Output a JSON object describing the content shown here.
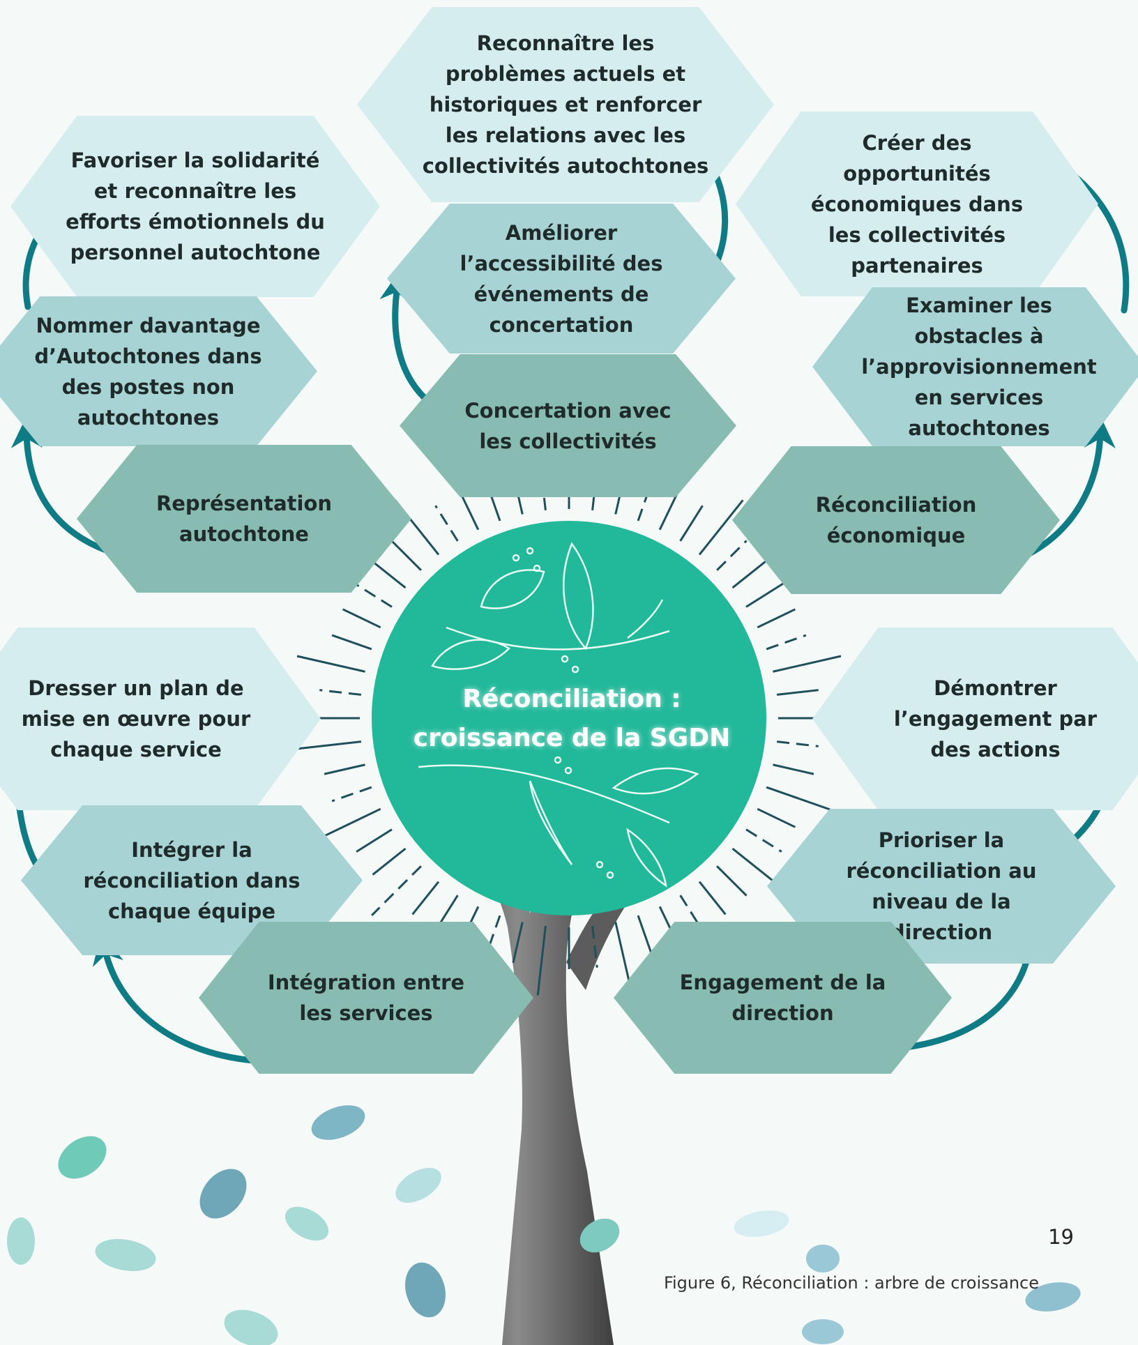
{
  "colors": {
    "background": "#f5f9f8",
    "hex_pale": "#d6edef",
    "hex_mid": "#a7d3d5",
    "hex_dark": "#88bcb3",
    "circle": "#22b89a",
    "arrow": "#0f7b84",
    "trunk": "#6f6f6f",
    "leaf": "#9fd6d6"
  },
  "center": {
    "title_line1": "Réconciliation :",
    "title_line2": "croissance de la SGDN",
    "icon": "leaf-branch-icon"
  },
  "branches": {
    "representation": {
      "base": "Représentation autochtone",
      "step": "Nommer davantage d’Autochtones dans des postes non autochtones",
      "goal": "Favoriser la solidarité et reconnaître les efforts émotionnels du personnel autochtone"
    },
    "concertation": {
      "base": "Concertation avec les collectivités",
      "step": "Améliorer l’accessibilité des événements de concertation",
      "goal": "Reconnaître les problèmes actuels et historiques et renforcer les relations avec les collectivités autochtones"
    },
    "economic": {
      "base": "Réconciliation économique",
      "step": "Examiner les obstacles à l’approvisionnement en services autochtones",
      "goal": "Créer des opportunités économiques dans les collectivités partenaires"
    },
    "integration": {
      "base": "Intégration entre les services",
      "step": "Intégrer la réconciliation dans chaque équipe",
      "goal": "Dresser un plan de mise en œuvre pour chaque service"
    },
    "leadership": {
      "base": "Engagement de la direction",
      "step": "Prioriser la réconciliation au niveau de la direction",
      "goal": "Démontrer l’engagement par des actions"
    }
  },
  "page_number": "19",
  "caption": "Figure 6, Réconciliation : arbre de croissance"
}
